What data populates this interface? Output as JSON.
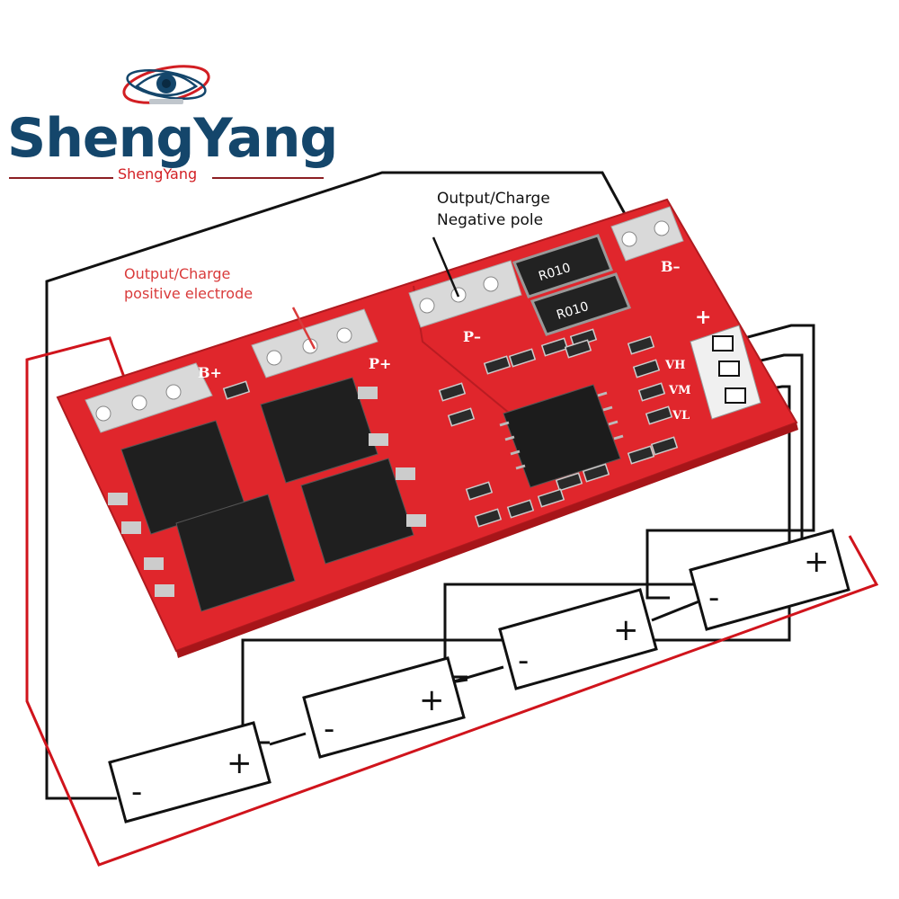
{
  "logo": {
    "title": "ShengYang",
    "subtitle": "ShengYang"
  },
  "callouts": {
    "positive_line1": "Output/Charge",
    "positive_line2": "positive electrode",
    "negative_line1": "Output/Charge",
    "negative_line2": "Negative pole"
  },
  "board": {
    "pad_b_plus": "B+",
    "pad_p_plus": "P+",
    "pad_p_minus": "P–",
    "pad_b_minus": "B–",
    "plus_mark": "+",
    "vh": "VH",
    "vm": "VM",
    "vl": "VL",
    "resistor_1": "R010",
    "resistor_2": "R010"
  },
  "batteries": [
    {
      "minus": "-",
      "plus": "+"
    },
    {
      "minus": "-",
      "plus": "+"
    },
    {
      "minus": "-",
      "plus": "+"
    },
    {
      "minus": "-",
      "plus": "+"
    }
  ],
  "colors": {
    "pcb": "#e0262c",
    "wire_black": "#111111",
    "wire_red": "#d0141c",
    "logo_blue": "#14466b",
    "logo_red": "#d21e23"
  }
}
